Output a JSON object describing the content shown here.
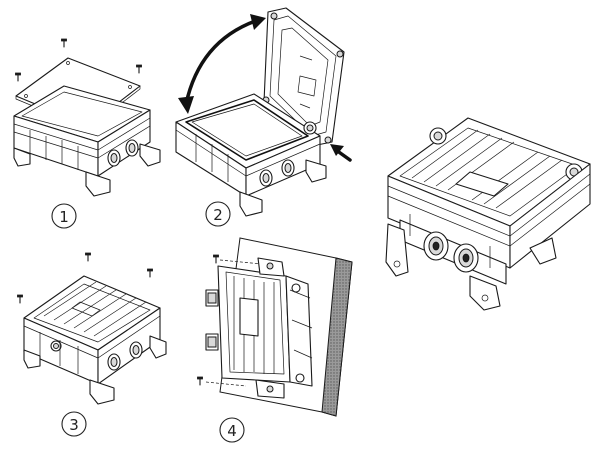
{
  "steps": [
    {
      "label": "1"
    },
    {
      "label": "2"
    },
    {
      "label": "3"
    },
    {
      "label": "4"
    }
  ],
  "colors": {
    "line": "#1a1a1a",
    "wall": "#8a8a8a",
    "background": "#ffffff"
  }
}
